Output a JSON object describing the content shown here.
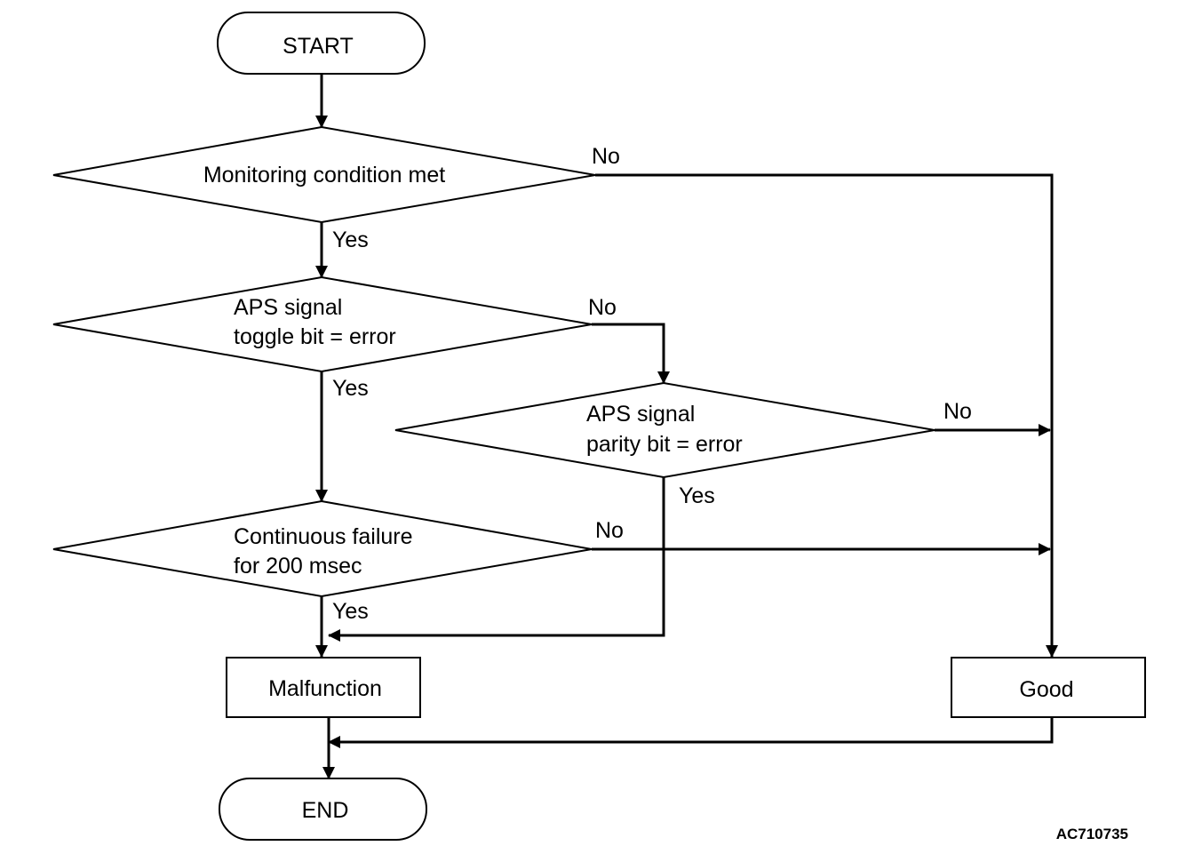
{
  "nodes": {
    "start": "START",
    "monitoring": "Monitoring condition met",
    "aps_toggle": [
      "APS signal",
      "toggle bit = error"
    ],
    "aps_parity": [
      "APS signal",
      "parity bit = error"
    ],
    "continuous": [
      "Continuous failure",
      "for 200 msec"
    ],
    "malfunction": "Malfunction",
    "good": "Good",
    "end": "END"
  },
  "labels": {
    "monitoring_no": "No",
    "monitoring_yes": "Yes",
    "toggle_no": "No",
    "toggle_yes": "Yes",
    "parity_no": "No",
    "parity_yes": "Yes",
    "continuous_no": "No",
    "continuous_yes": "Yes"
  },
  "figure_id": "AC710735"
}
